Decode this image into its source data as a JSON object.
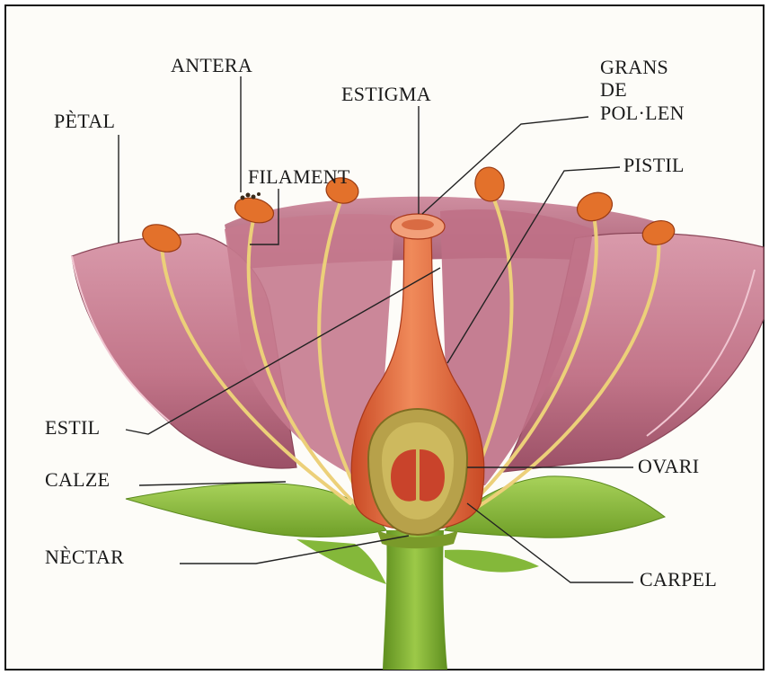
{
  "labels": {
    "petal": "PÈTAL",
    "antera": "ANTERA",
    "filament": "FILAMENT",
    "estigma": "ESTIGMA",
    "grans_line1": "GRANS",
    "grans_line2": "DE",
    "grans_line3": "POL·LEN",
    "pistil": "PISTIL",
    "estil": "ESTIL",
    "calze": "CALZE",
    "ovari": "OVARI",
    "nectar": "NÈCTAR",
    "carpel": "CARPEL"
  },
  "colors": {
    "petal": "#c97f93",
    "petal_dark": "#8f4a5e",
    "petal_light": "#e6b3c0",
    "filament": "#e8c86a",
    "anther": "#e0702a",
    "pistil": "#e7653a",
    "ovary": "#b8a24a",
    "seed": "#c9432b",
    "sepal": "#8cbf3a",
    "stem": "#7fae2e"
  }
}
